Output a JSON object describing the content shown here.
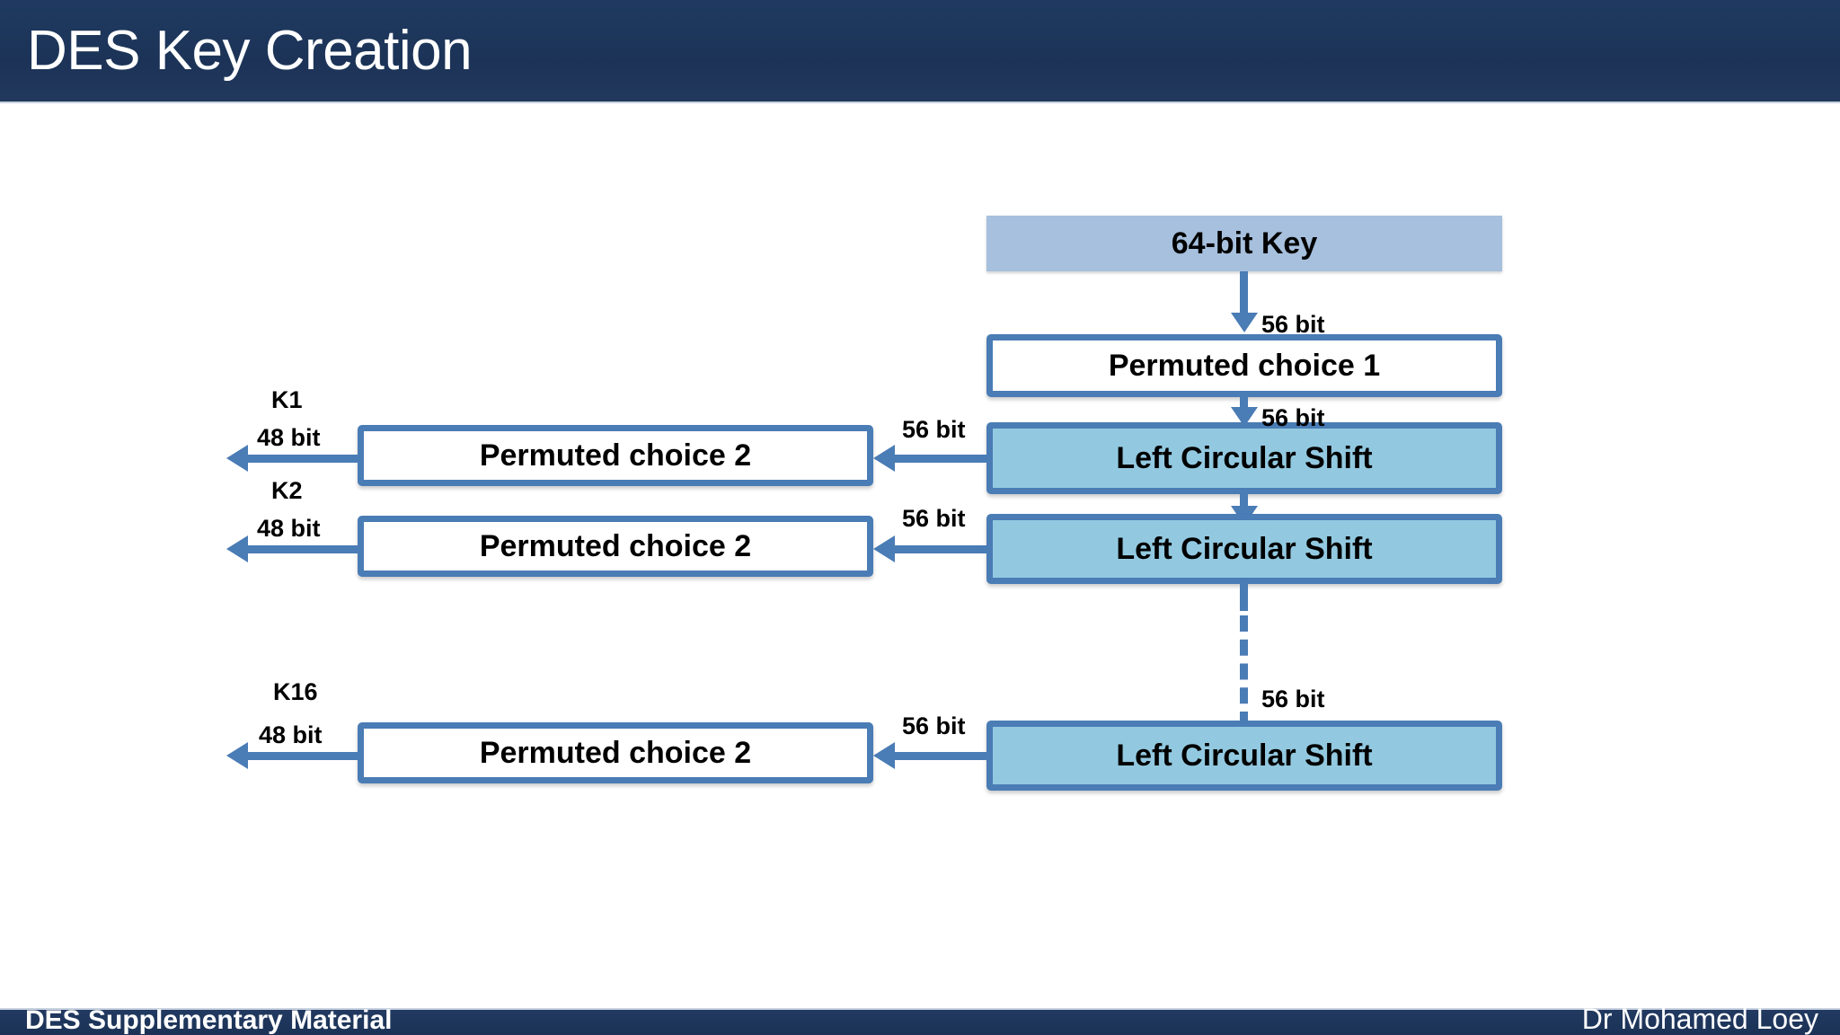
{
  "slide": {
    "title": "DES Key Creation",
    "footer_left": "DES Supplementary Material",
    "footer_right": "Dr Mohamed Loey"
  },
  "colors": {
    "header_bg": "#1d3557",
    "footer_bg": "#1d3557",
    "key_box_fill": "#a6c0dd",
    "shift_box_fill": "#92c9e0",
    "box_border": "#4a7cb5",
    "arrow": "#4a7cb5",
    "text": "#000000",
    "header_text": "#ffffff"
  },
  "diagram": {
    "key_box": {
      "label": "64-bit Key"
    },
    "pc1_box": {
      "label": "Permuted choice 1"
    },
    "shift_boxes": [
      {
        "label": "Left Circular Shift"
      },
      {
        "label": "Left Circular Shift"
      },
      {
        "label": "Left Circular Shift"
      }
    ],
    "pc2_boxes": [
      {
        "label": "Permuted choice 2"
      },
      {
        "label": "Permuted choice 2"
      },
      {
        "label": "Permuted choice 2"
      }
    ],
    "vertical_labels": [
      {
        "text": "56 bit"
      },
      {
        "text": "56 bit"
      },
      {
        "text": "56 bit"
      }
    ],
    "horizontal_labels": [
      {
        "text": "56 bit"
      },
      {
        "text": "56 bit"
      },
      {
        "text": "56 bit"
      }
    ],
    "outputs": [
      {
        "key": "K1",
        "bits": "48 bit"
      },
      {
        "key": "K2",
        "bits": "48 bit"
      },
      {
        "key": "K16",
        "bits": "48 bit"
      }
    ]
  }
}
